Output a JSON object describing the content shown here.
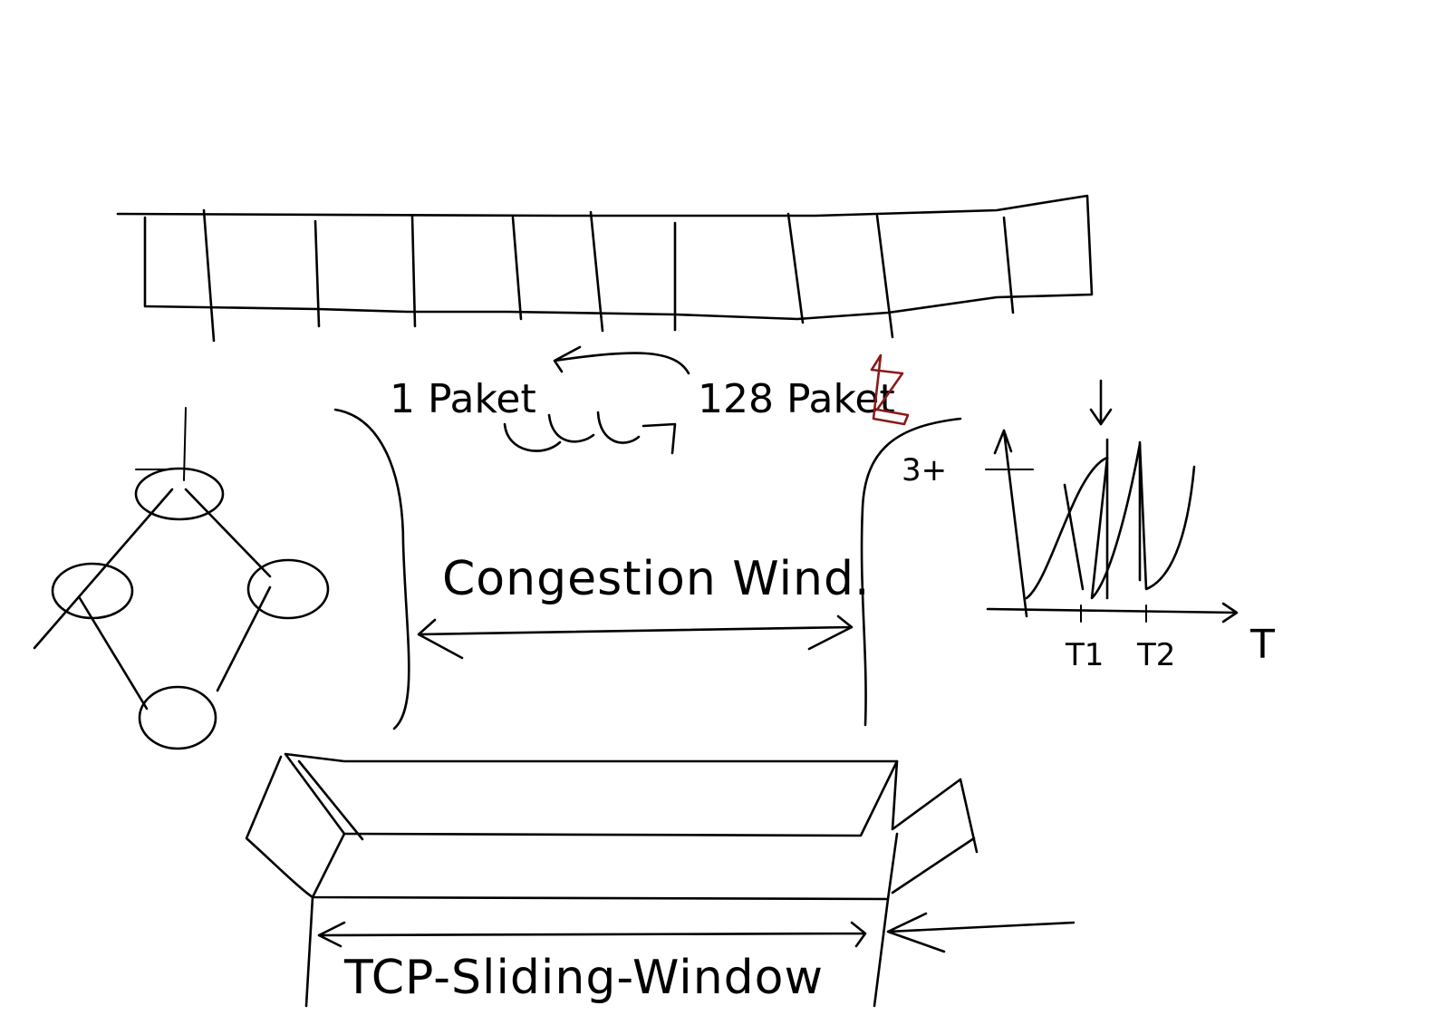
{
  "labels": {
    "one_packet": "1 Paket",
    "packets_128": "128 Paket",
    "congestion_window": "Congestion Wind.",
    "tcp_sliding_window": "TCP-Sliding-Window",
    "graph_t1": "T1",
    "graph_t2": "T2",
    "graph_t_axis": "T",
    "graph_y_tick": "3+"
  },
  "colors": {
    "ink": "#000000",
    "accent_red": "#8b1a1a"
  },
  "icons": {
    "red_mark": "lightning-bolt-icon",
    "down_arrow": "down-arrow-icon"
  }
}
